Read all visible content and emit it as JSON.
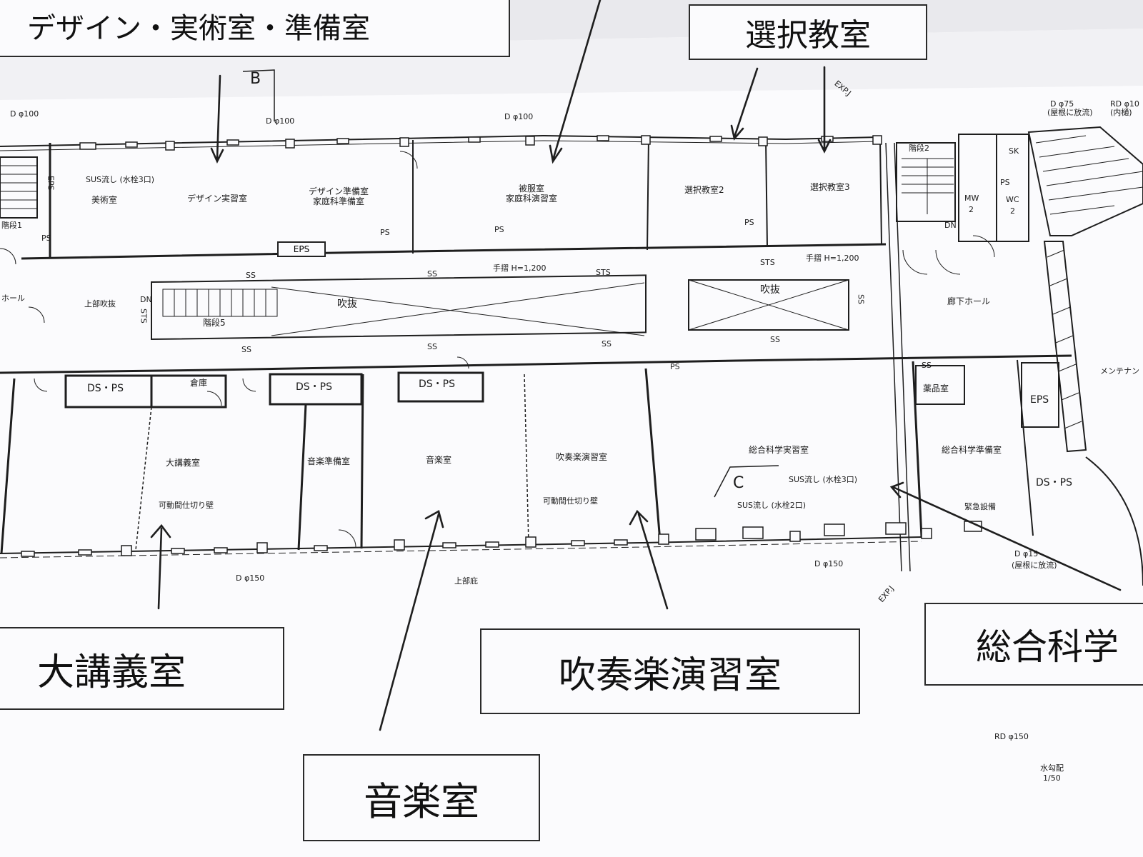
{
  "callouts": {
    "design_art_prep": "デザイン・実術室・準備室",
    "elective": "選択教室",
    "lecture_hall": "大講義室",
    "band_practice": "吹奏楽演習室",
    "music": "音楽室",
    "general_science": "総合科学"
  },
  "section_markers": {
    "b": "B",
    "c": "C"
  },
  "rooms": {
    "art": "美術室",
    "design_practice": "デザイン実習室",
    "design_prep_line1": "デザイン準備室",
    "design_prep_line2": "家庭科準備室",
    "clothing_line1": "被服室",
    "clothing_line2": "家庭科演習室",
    "elective2": "選択教室2",
    "elective3": "選択教室3",
    "stairs1": "階段1",
    "stairs2": "階段2",
    "stairs5": "階段5",
    "void_west": "吹抜",
    "void_east": "吹抜",
    "corridor_hall": "廊下ホール",
    "hall_west": "ホール",
    "storage": "倉庫",
    "chemicals": "薬品室",
    "lecture": "大講義室",
    "music_prep": "音楽準備室",
    "music": "音楽室",
    "band": "吹奏楽演習室",
    "science_practice": "総合科学実習室",
    "science_prep": "総合科学準備室",
    "mw": "MW",
    "wc": "WC",
    "mw_count": "2",
    "wc_count": "2",
    "sk": "SK",
    "ps_small": "PS"
  },
  "annotations": {
    "d100_left": "D φ100",
    "d100_a": "D φ100",
    "d100_b": "D φ100",
    "sus_sink_3": "SUS流し (水栓3口)",
    "sus_sink_3b": "SUS流し (水栓3口)",
    "sus_sink_2": "SUS流し (水栓2口)",
    "eps_left": "EPS",
    "eps_mid": "EPS",
    "eps_right": "EPS",
    "ps_1": "PS",
    "ps_2": "PS",
    "ps_3": "PS",
    "ps_4": "PS",
    "ps_5": "PS",
    "ss_1": "SS",
    "ss_2": "SS",
    "ss_3": "SS",
    "ss_4": "SS",
    "ss_5": "SS",
    "ss_6": "SS",
    "ss_7": "SS",
    "ss_8": "SS",
    "sts_1": "STS",
    "sts_2": "STS",
    "sts_3": "STS",
    "handrail_1": "手摺 H=1,200",
    "handrail_2": "手摺 H=1,200",
    "upper_void": "上部吹抜",
    "upper_eaves": "上部庇",
    "movable_partition_1": "可動間仕切り壁",
    "movable_partition_2": "可動間仕切り壁",
    "ds_ps_1": "DS・PS",
    "ds_ps_2": "DS・PS",
    "ds_ps_3": "DS・PS",
    "ds_ps_4": "DS・PS",
    "d150_a": "D φ150",
    "d150_b": "D φ150",
    "d150_c": "D φ15",
    "exp_j_top": "EXP.J",
    "exp_j_bottom": "EXP.J",
    "dn_1": "DN",
    "dn_2": "DN",
    "d75": "D φ75",
    "roof_drain": "(屋根に放流)",
    "roof_drain_b": "(屋根に放流)",
    "rd_top": "RD φ10",
    "rd_inside": "(内樋)",
    "rd150": "RD φ150",
    "maintenance": "メンテナン",
    "slope": "水勾配",
    "slope_ratio": "1/50",
    "emergency": "緊急設備"
  },
  "colors": {
    "paper": "#fbfbfd",
    "ink": "#1e1e1e",
    "shadow": "#e9e9ed"
  }
}
